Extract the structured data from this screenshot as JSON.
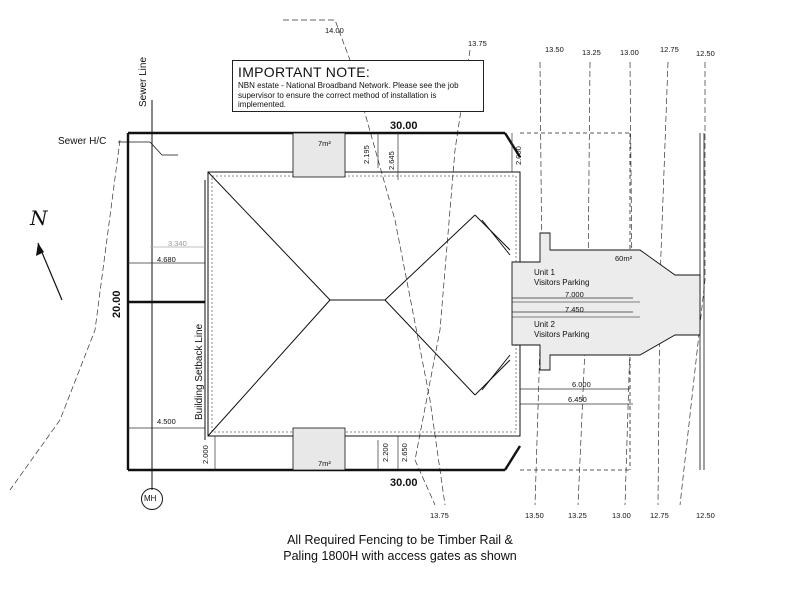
{
  "note": {
    "title": "IMPORTANT NOTE:",
    "body": "NBN estate - National Broadband Network. Please see the job supervisor to ensure the correct method of installation is implemented."
  },
  "caption": {
    "line1": "All Required Fencing to be Timber Rail &",
    "line2": "Paling 1800H with access gates as shown"
  },
  "labels": {
    "sewer_line": "Sewer Line",
    "sewer_hc": "Sewer H/C",
    "setback": "Building Setback Line",
    "north": "N",
    "mh": "MH",
    "area_top": "7m²",
    "area_bottom": "7m²",
    "area_drive": "60m²",
    "unit1_line1": "Unit 1",
    "unit1_line2": "Visitors Parking",
    "unit2_line1": "Unit 2",
    "unit2_line2": "Visitors Parking"
  },
  "dimensions": {
    "top_width": "30.00",
    "bottom_width": "30.00",
    "left_depth": "20.00",
    "top_setback_a": "2.195",
    "top_setback_b": "2.645",
    "top_right": "2.000",
    "left_a": "3.340",
    "left_b": "4.680",
    "left_c": "4.500",
    "bottom_left": "2.000",
    "bottom_a": "2.200",
    "bottom_b": "2.650",
    "park_a": "7.000",
    "park_b": "7.450",
    "park_c": "6.000",
    "park_d": "6.450"
  },
  "contours_top": [
    "14.00",
    "13.75",
    "13.50",
    "13.25",
    "13.00",
    "12.75",
    "12.50"
  ],
  "contours_bottom": [
    "13.75",
    "13.50",
    "13.25",
    "13.00",
    "12.75",
    "12.50"
  ]
}
